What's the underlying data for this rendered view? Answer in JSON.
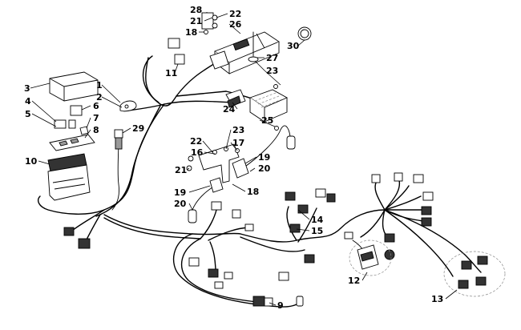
{
  "callouts": [
    {
      "label": "1"
    },
    {
      "label": "2"
    },
    {
      "label": "3"
    },
    {
      "label": "4"
    },
    {
      "label": "5"
    },
    {
      "label": "6"
    },
    {
      "label": "7"
    },
    {
      "label": "8"
    },
    {
      "label": "9"
    },
    {
      "label": "10"
    },
    {
      "label": "11"
    },
    {
      "label": "12"
    },
    {
      "label": "13"
    },
    {
      "label": "14"
    },
    {
      "label": "15"
    },
    {
      "label": "16"
    },
    {
      "label": "17"
    },
    {
      "label": "18"
    },
    {
      "label": "18"
    },
    {
      "label": "19"
    },
    {
      "label": "19"
    },
    {
      "label": "20"
    },
    {
      "label": "20"
    },
    {
      "label": "21"
    },
    {
      "label": "21"
    },
    {
      "label": "22"
    },
    {
      "label": "22"
    },
    {
      "label": "23"
    },
    {
      "label": "23"
    },
    {
      "label": "24"
    },
    {
      "label": "25"
    },
    {
      "label": "26"
    },
    {
      "label": "27"
    },
    {
      "label": "28"
    },
    {
      "label": "29"
    },
    {
      "label": "30"
    }
  ]
}
